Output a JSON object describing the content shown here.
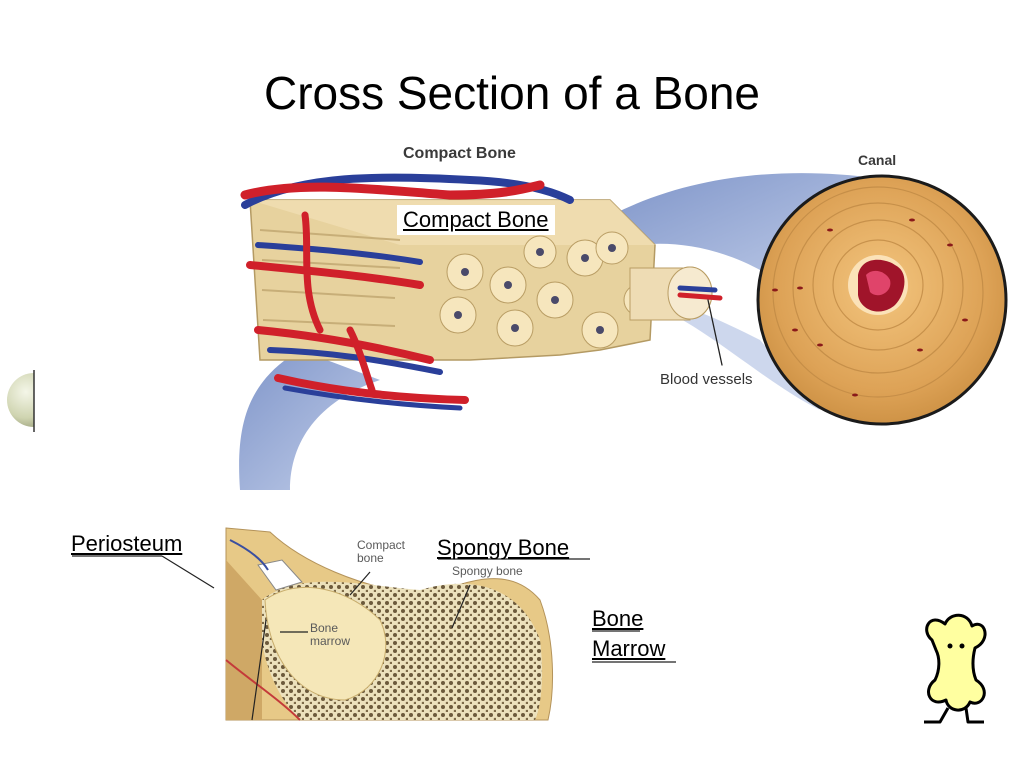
{
  "slide": {
    "title": "Cross Section of a Bone"
  },
  "labels": {
    "compact_bone": "Compact Bone",
    "periosteum": "Periosteum",
    "spongy_bone": "Spongy Bone",
    "bone_marrow_line1": "Bone",
    "bone_marrow_line2": "Marrow"
  },
  "figure_text": {
    "compact_bone_heading": "Compact Bone",
    "canal": "Canal",
    "blood_vessels": "Blood vessels",
    "small_compact_line1": "Compact",
    "small_compact_line2": "bone",
    "small_spongy": "Spongy bone",
    "small_marrow_line1": "Bone",
    "small_marrow_line2": "marrow"
  },
  "icons": [
    "bone-character-icon",
    "globe-icon"
  ]
}
